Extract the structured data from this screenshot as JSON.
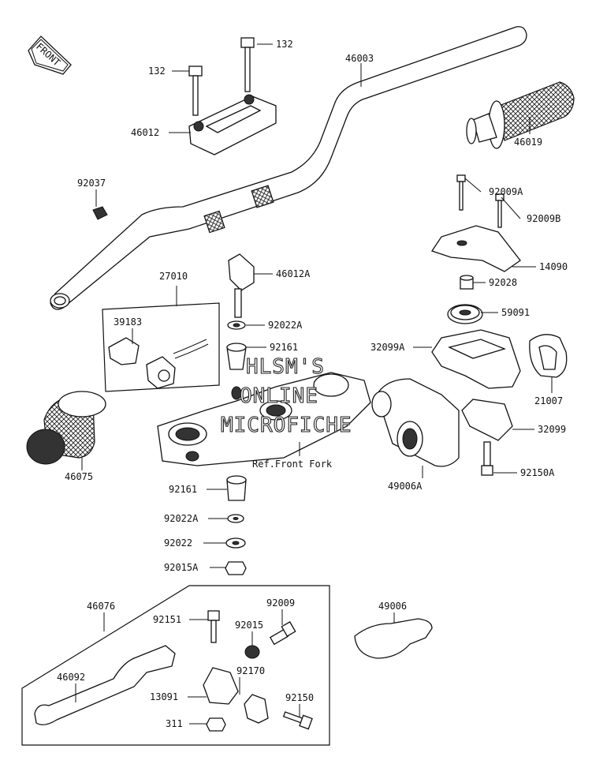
{
  "front_arrow": "FRONT",
  "watermark": [
    "HLSM'S",
    "ONLINE",
    "MICROFICHE"
  ],
  "reference_note": "Ref.Front Fork",
  "callouts": {
    "p132a": "132",
    "p132b": "132",
    "p46003": "46003",
    "p46012": "46012",
    "p46019": "46019",
    "p92037": "92037",
    "p92009A": "92009A",
    "p92009B": "92009B",
    "p14090": "14090",
    "p92028": "92028",
    "p59091": "59091",
    "p46012A": "46012A",
    "p27010": "27010",
    "p39183": "39183",
    "p92022A_top": "92022A",
    "p92161_top": "92161",
    "p32099A": "32099A",
    "p21007": "21007",
    "p46075": "46075",
    "p32099": "32099",
    "p92150A": "92150A",
    "p49006A": "49006A",
    "p92161_bot": "92161",
    "p92022A_bot": "92022A",
    "p92022": "92022",
    "p92015A": "92015A",
    "p46076": "46076",
    "p49006": "49006",
    "p92151": "92151",
    "p92015": "92015",
    "p92009": "92009",
    "p46092": "46092",
    "p92170": "92170",
    "p13091": "13091",
    "p92150": "92150",
    "p311": "311"
  }
}
